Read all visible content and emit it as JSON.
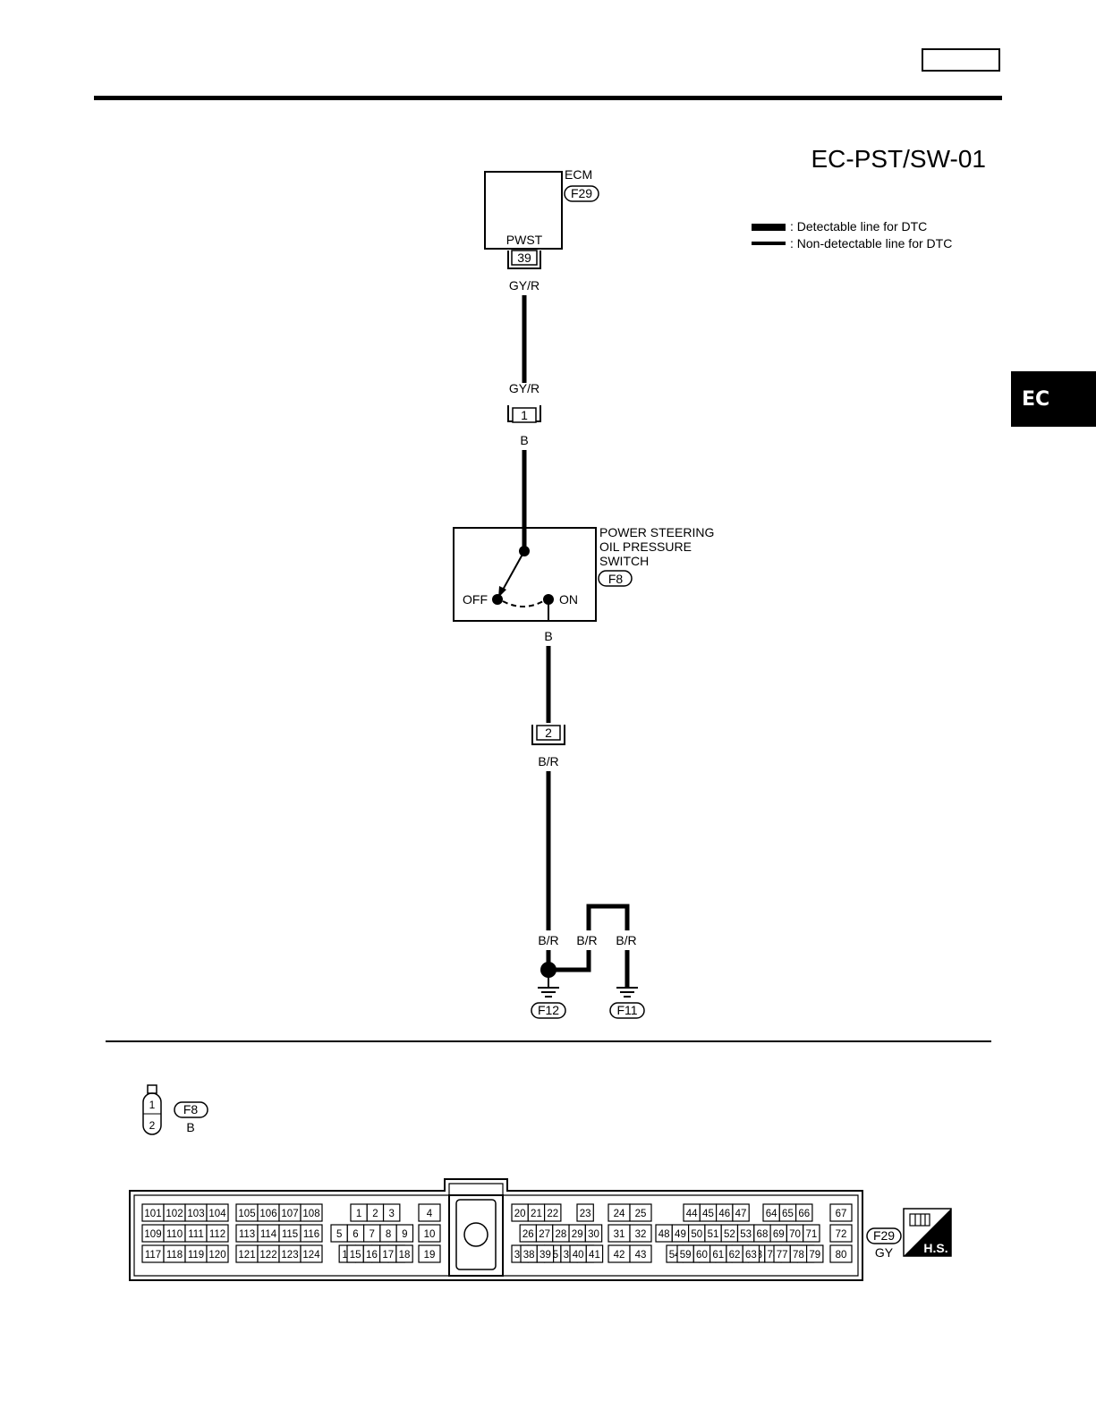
{
  "header": {
    "diagram_code": "EC-PST/SW-01",
    "section_tab": "EC"
  },
  "legend": {
    "detectable": ": Detectable line for DTC",
    "non_detectable": ": Non-detectable line for DTC"
  },
  "ecm": {
    "name": "ECM",
    "connector": "F29",
    "terminal_name": "PWST",
    "terminal": "39"
  },
  "wires": {
    "ecm_out": "GY/R",
    "joint_in": "GY/R",
    "joint_out": "B",
    "switch_out": "B",
    "conn2_out": "B/R",
    "ground_a": "B/R",
    "ground_b1": "B/R",
    "ground_b2": "B/R"
  },
  "joint_connectors": {
    "upper": "1",
    "lower": "2"
  },
  "switch": {
    "name_line1": "POWER STEERING",
    "name_line2": "OIL PRESSURE",
    "name_line3": "SWITCH",
    "connector": "F8",
    "off_label": "OFF",
    "on_label": "ON"
  },
  "grounds": {
    "left": "F12",
    "right": "F11"
  },
  "connector_views": {
    "f8": {
      "id": "F8",
      "color": "B",
      "pins": [
        "1",
        "2"
      ]
    },
    "f29": {
      "id": "F29",
      "color": "GY",
      "badge": "H.S."
    }
  }
}
